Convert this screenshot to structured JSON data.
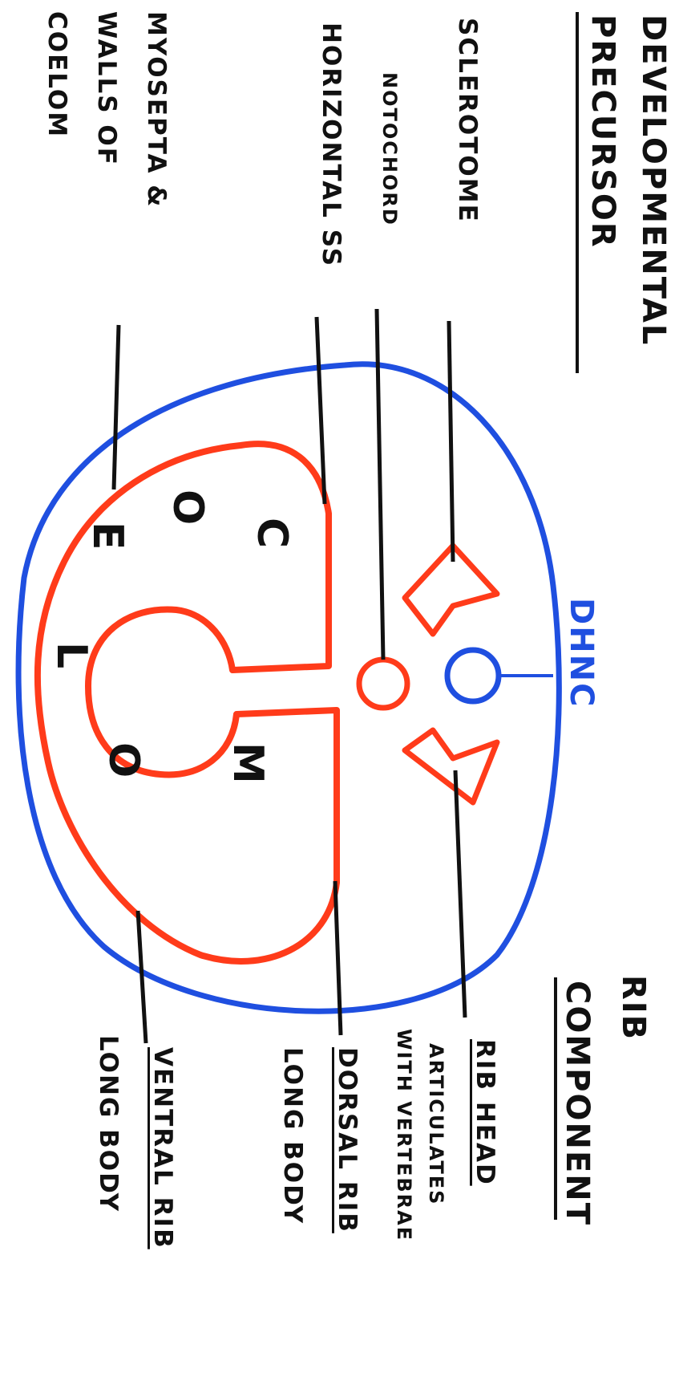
{
  "left_column": {
    "title_line1": "DEVELOPMENTAL",
    "title_line2": "PRECURSOR",
    "labels": [
      "SCLEROTOME",
      "NOTOCHORD",
      "HORIZONTAL SS",
      "MYOSEPTA &",
      "WALLS OF",
      "COELOM"
    ]
  },
  "right_column": {
    "title_line1": "RIB",
    "title_line2": "COMPONENT",
    "rib_head": "RIB HEAD",
    "rib_head_note1": "ARTICULATES",
    "rib_head_note2": "WITH VERTEBRAE",
    "dorsal_rib": "DORSAL RIB",
    "dorsal_rib_note": "LONG BODY",
    "ventral_rib": "VENTRAL RIB",
    "ventral_rib_note": "LONG BODY"
  },
  "dhnc_label": "DHNC",
  "coelom_letters": [
    "C",
    "O",
    "E",
    "L",
    "O",
    "M"
  ],
  "colors": {
    "outline": "#1f4fe0",
    "structure": "#ff3b1a",
    "ink": "#111111"
  }
}
